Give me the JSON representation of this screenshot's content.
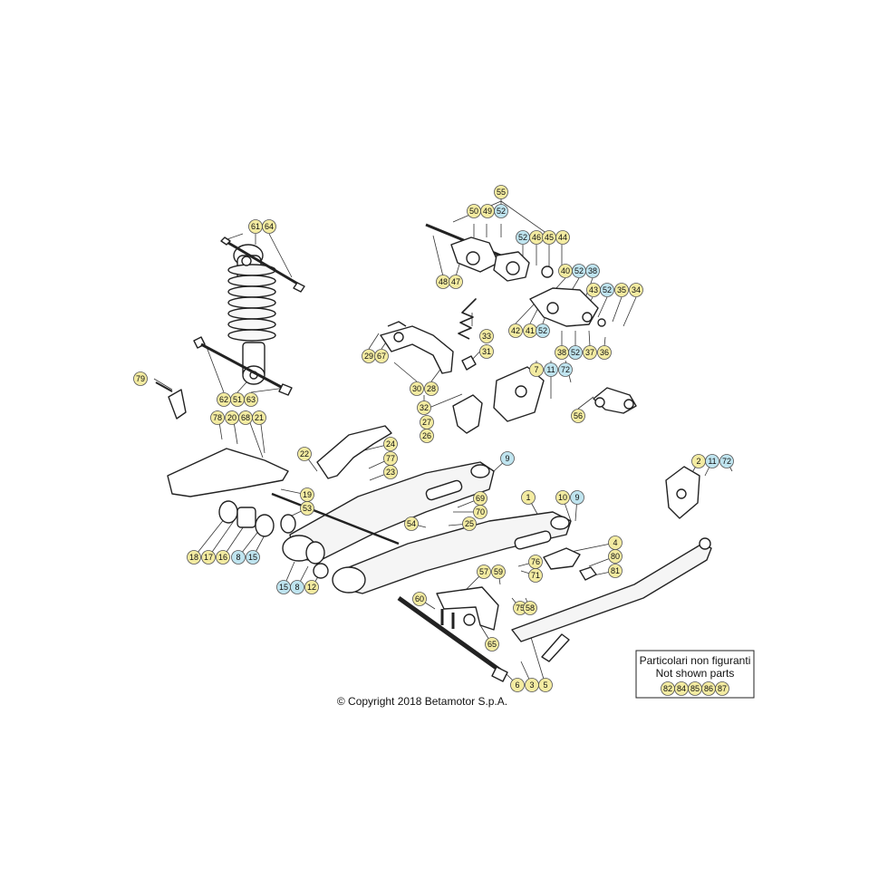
{
  "copyright": "© Copyright 2018 Betamotor S.p.A.",
  "legend": {
    "line1": "Particolari non figuranti",
    "line2": "Not shown parts",
    "parts": [
      "82",
      "84",
      "85",
      "86",
      "87"
    ]
  },
  "colors": {
    "yellow_badge": "#F3EBA1",
    "blue_badge": "#BFE4EF",
    "line": "#333333"
  },
  "labels": {
    "l55": "55",
    "l50": "50",
    "l49": "49",
    "l52a": "52",
    "l52b": "52",
    "l46": "46",
    "l45": "45",
    "l44": "44",
    "l48": "48",
    "l47": "47",
    "l40": "40",
    "l52c": "52",
    "l38a": "38",
    "l43": "43",
    "l52d": "52",
    "l35": "35",
    "l34": "34",
    "l42": "42",
    "l41": "41",
    "l52e": "52",
    "l38b": "38",
    "l52f": "52",
    "l37": "37",
    "l36": "36",
    "l61": "61",
    "l64": "64",
    "l33": "33",
    "l31": "31",
    "l29": "29",
    "l67": "67",
    "l7": "7",
    "l11a": "11",
    "l72a": "72",
    "l79": "79",
    "l62": "62",
    "l51": "51",
    "l63": "63",
    "l30": "30",
    "l28": "28",
    "l32": "32",
    "l27": "27",
    "l26": "26",
    "l56": "56",
    "l78": "78",
    "l20": "20",
    "l68": "68",
    "l21": "21",
    "l24": "24",
    "l77": "77",
    "l23": "23",
    "l22": "22",
    "l9a": "9",
    "l2": "2",
    "l11b": "11",
    "l72b": "72",
    "l19": "19",
    "l53": "53",
    "l1": "1",
    "l10": "10",
    "l9b": "9",
    "l69": "69",
    "l70": "70",
    "l54": "54",
    "l25": "25",
    "l18": "18",
    "l17": "17",
    "l16": "16",
    "l8a": "8",
    "l15a": "15",
    "l4": "4",
    "l80": "80",
    "l76": "76",
    "l71": "71",
    "l81": "81",
    "l15b": "15",
    "l8b": "8",
    "l12": "12",
    "l57": "57",
    "l59": "59",
    "l60": "60",
    "l75": "75",
    "l58": "58",
    "l65": "65",
    "l6": "6",
    "l3": "3",
    "l5": "5"
  }
}
